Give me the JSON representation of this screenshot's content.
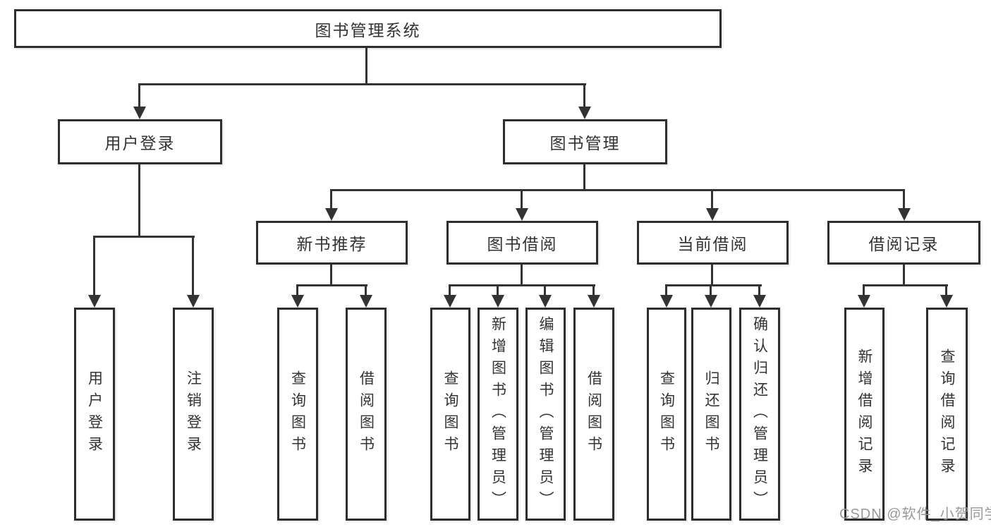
{
  "diagram": {
    "root": {
      "label": "图书管理系统"
    },
    "level2": [
      {
        "label": "用户登录"
      },
      {
        "label": "图书管理"
      }
    ],
    "level3": [
      {
        "label": "新书推荐"
      },
      {
        "label": "图书借阅"
      },
      {
        "label": "当前借阅"
      },
      {
        "label": "借阅记录"
      }
    ],
    "leaves": [
      {
        "label": "用户登录"
      },
      {
        "label": "注销登录"
      },
      {
        "label": "查询图书"
      },
      {
        "label": "借阅图书"
      },
      {
        "label": "查询图书"
      },
      {
        "label": "新增图书（管理员）"
      },
      {
        "label": "编辑图书（管理员）"
      },
      {
        "label": "借阅图书"
      },
      {
        "label": "查询图书"
      },
      {
        "label": "归还图书"
      },
      {
        "label": "确认归还（管理员）"
      },
      {
        "label": "新增借阅记录"
      },
      {
        "label": "查询借阅记录"
      }
    ]
  },
  "watermark": {
    "text": "CSDN @软件_小贺同学"
  },
  "colors": {
    "line": "#333333",
    "border": "#2e2e2e",
    "text": "#333333",
    "watermark": "#949494",
    "background": "#ffffff"
  }
}
